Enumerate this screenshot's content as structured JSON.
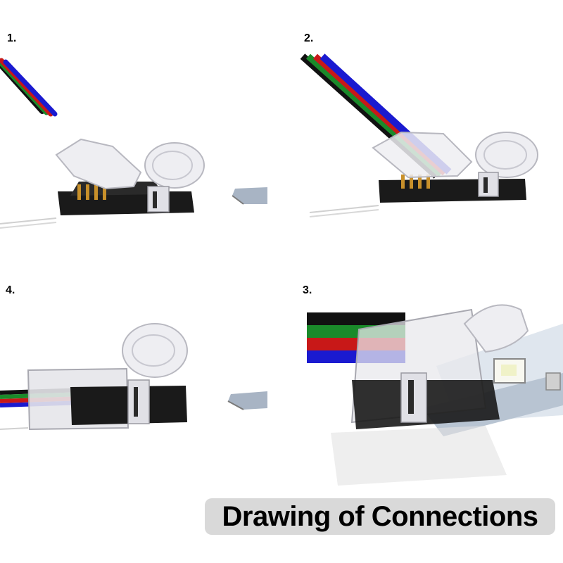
{
  "steps": [
    {
      "label": "1."
    },
    {
      "label": "2."
    },
    {
      "label": "4."
    },
    {
      "label": "3."
    }
  ],
  "caption": "Drawing of Connections",
  "colors": {
    "wire_blue": "#1a1ad0",
    "wire_red": "#c81818",
    "wire_green": "#1a8a2a",
    "wire_black": "#111111",
    "connector_base": "#1a1a1a",
    "clear_plastic": "#e8e8ec",
    "strip": "#a8b4c4",
    "caption_bg": "#d9d9d9",
    "pin_gold": "#c8902a"
  },
  "icons": [
    "rgb-ribbon-cable",
    "strip-connector",
    "led-strip",
    "smd-led-chip"
  ]
}
